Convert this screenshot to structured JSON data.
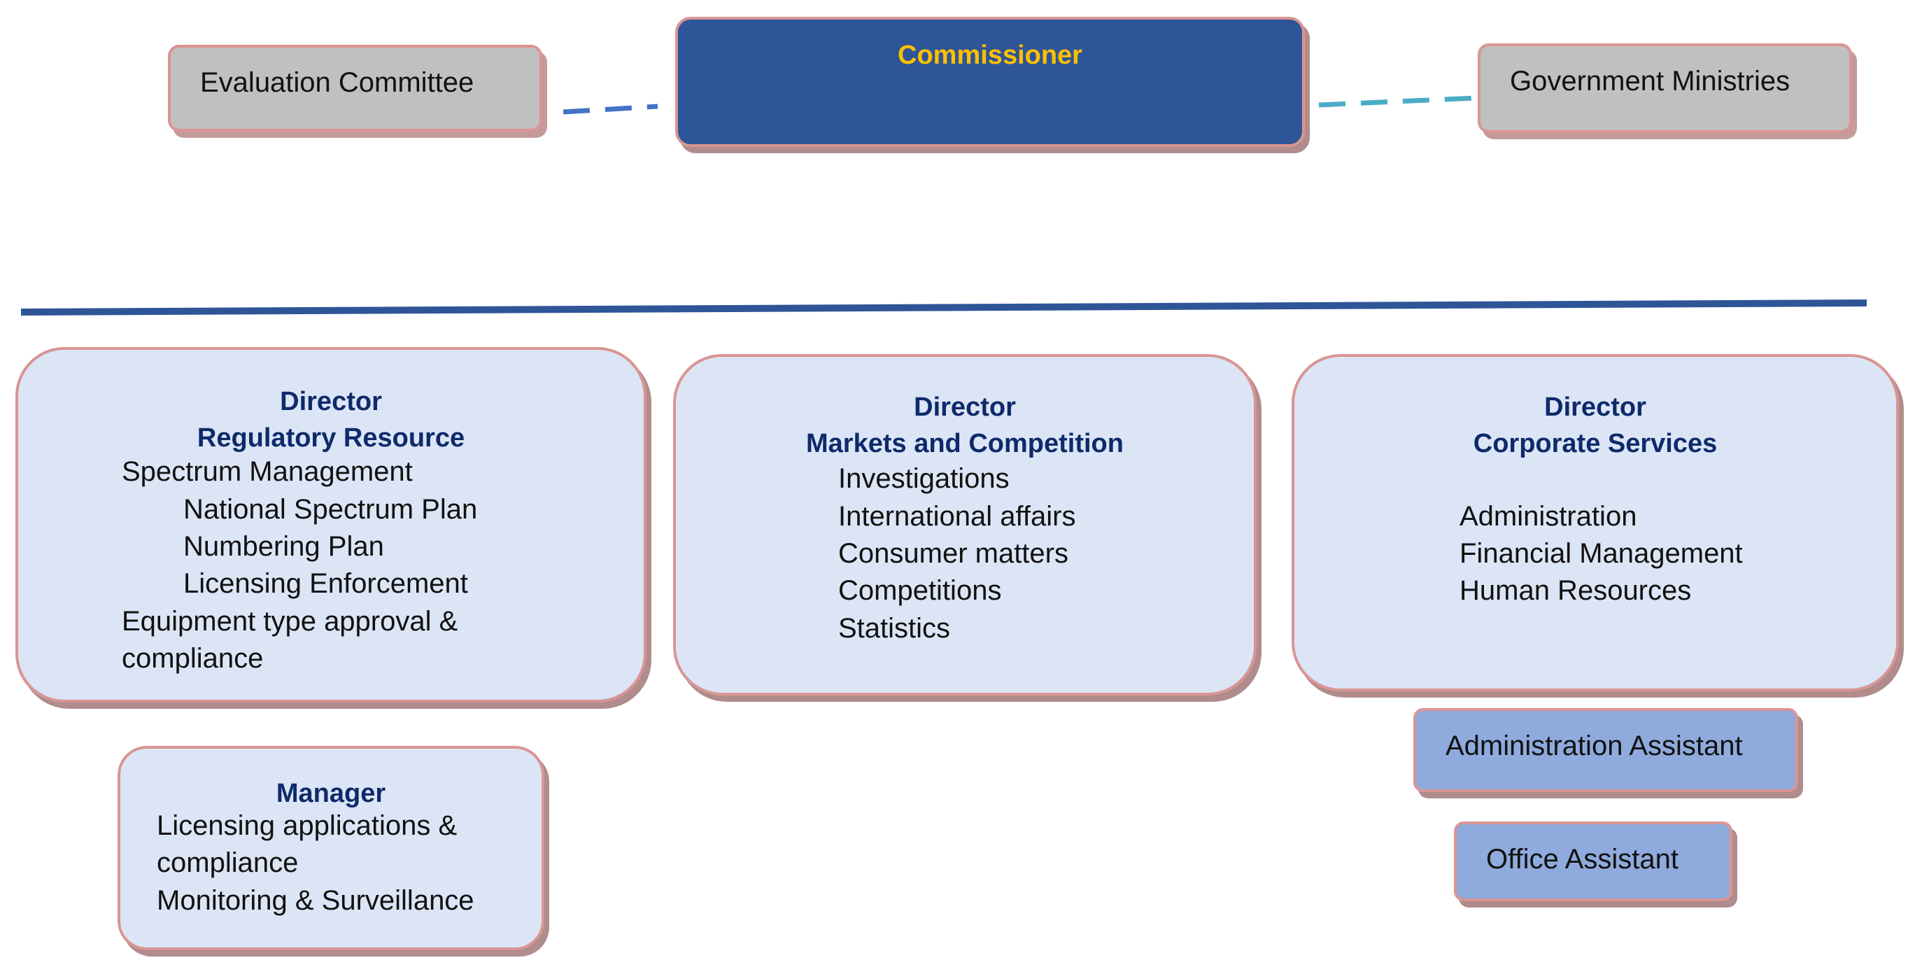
{
  "top": {
    "commissioner": "Commissioner",
    "left_box": "Evaluation Committee",
    "right_box": "Government Ministries"
  },
  "departments": {
    "regulatory": {
      "title1": "Director",
      "title2": "Regulatory Resource",
      "lines": [
        "Spectrum Management",
        "National Spectrum Plan",
        "Numbering Plan",
        "Licensing Enforcement",
        "Equipment type approval &",
        "compliance"
      ]
    },
    "markets": {
      "title1": "Director",
      "title2": "Markets and Competition",
      "lines": [
        "Investigations",
        "International affairs",
        "Consumer matters",
        "Competitions",
        "Statistics"
      ]
    },
    "corporate": {
      "title1": "Director",
      "title2": "Corporate Services",
      "lines": [
        "Administration",
        "Financial Management",
        "Human Resources"
      ]
    },
    "manager": {
      "title": "Manager",
      "lines": [
        "Licensing applications &",
        "compliance",
        "Monitoring & Surveillance"
      ]
    }
  },
  "assistants": {
    "admin": "Administration Assistant",
    "office": "Office Assistant"
  },
  "colors": {
    "commissioner_fill": "#2e5597",
    "commissioner_text": "#ffc000",
    "dept_fill": "#dce5f5",
    "assistant_fill": "#8faadc",
    "border": "#d99594",
    "divider": "#2e5597"
  }
}
